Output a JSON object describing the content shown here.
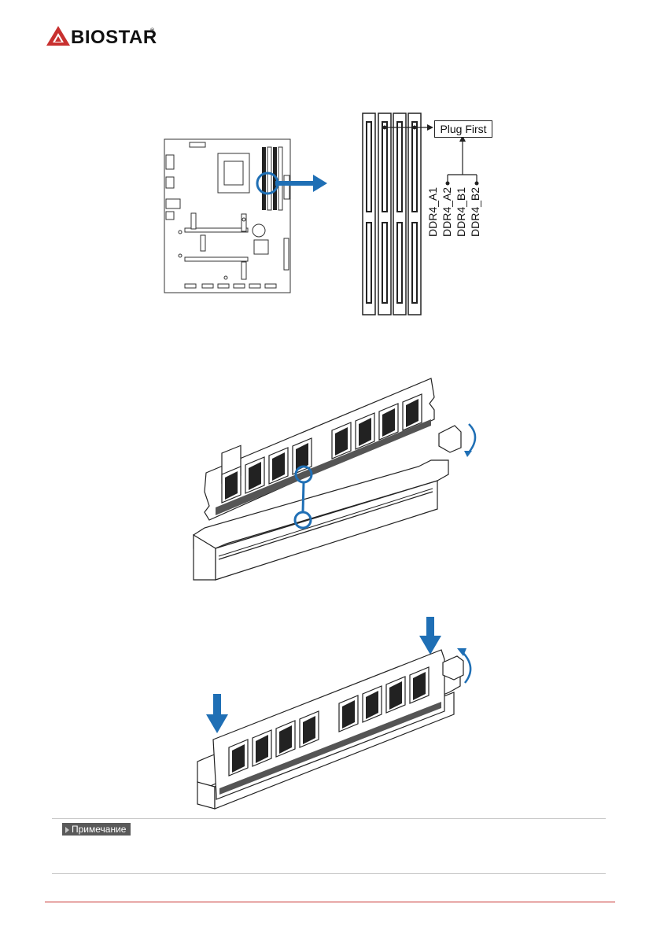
{
  "brand": {
    "name": "BIOSTAR",
    "mark": "®",
    "accent": "#c8302f"
  },
  "colors": {
    "arrow_blue": "#1f6fb5",
    "note_bg": "#5a5a5a",
    "rule_gray": "#c8c8c8"
  },
  "dimm_diagram": {
    "plug_first": "Plug First",
    "slots": [
      "DDR4_A1",
      "DDR4_A2",
      "DDR4_B1",
      "DDR4_B2"
    ]
  },
  "note": {
    "label": "Примечание",
    "text": ""
  },
  "icons": [
    "biostar-logo-icon",
    "callout-arrow-icon",
    "press-down-arrow-icon",
    "latch-rotate-icon"
  ]
}
